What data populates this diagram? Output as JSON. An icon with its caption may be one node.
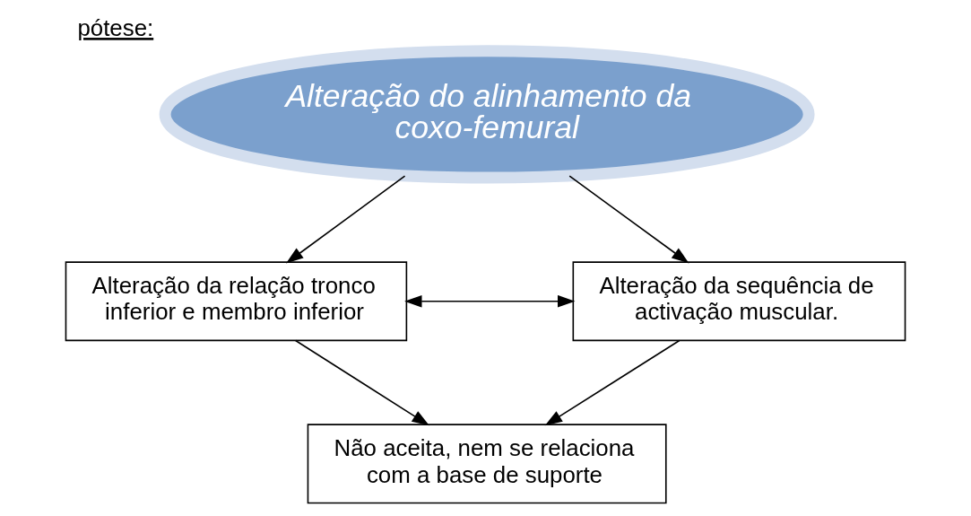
{
  "diagram": {
    "title": "pótese:",
    "nodes": [
      {
        "text": [
          "Alteração do alinhamento da coxo-femural"
        ]
      },
      {
        "text": [
          "Alteração da relação tronco inferior e membro inferior"
        ]
      },
      {
        "text": [
          "Alteração da sequência de activação muscular."
        ]
      },
      {
        "text": [
          "Não aceita, nem se relaciona com a base de suporte"
        ]
      }
    ],
    "edges": [
      {
        "from": 0,
        "to": 1,
        "arrow": "to"
      },
      {
        "from": 0,
        "to": 2,
        "arrow": "to"
      },
      {
        "from": 1,
        "to": 2,
        "arrow": "both"
      },
      {
        "from": 1,
        "to": 3,
        "arrow": "to"
      },
      {
        "from": 2,
        "to": 3,
        "arrow": "to"
      }
    ]
  }
}
